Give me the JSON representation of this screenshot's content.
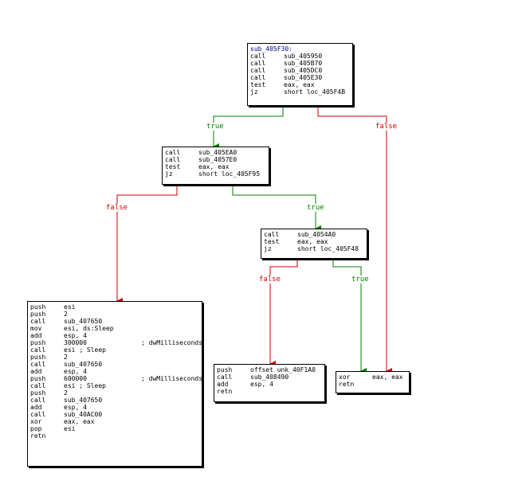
{
  "colors": {
    "true_edge": "#008000",
    "false_edge": "#cc0000",
    "label": "#000080"
  },
  "edge_labels": {
    "true": "true",
    "false": "false"
  },
  "nodes": {
    "n1": {
      "label": "sub_405F30:",
      "lines": [
        {
          "m": "call",
          "o": "sub_405950",
          "c": ""
        },
        {
          "m": "call",
          "o": "sub_405B70",
          "c": ""
        },
        {
          "m": "call",
          "o": "sub_405DC0",
          "c": ""
        },
        {
          "m": "call",
          "o": "sub_405E30",
          "c": ""
        },
        {
          "m": "test",
          "o": "eax, eax",
          "c": ""
        },
        {
          "m": "jz",
          "o": "short loc_405F4B",
          "c": ""
        }
      ]
    },
    "n2": {
      "label": "",
      "lines": [
        {
          "m": "call",
          "o": "sub_405EA0",
          "c": ""
        },
        {
          "m": "call",
          "o": "sub_4057E0",
          "c": ""
        },
        {
          "m": "test",
          "o": "eax, eax",
          "c": ""
        },
        {
          "m": "jz",
          "o": "short loc_405F95",
          "c": ""
        }
      ]
    },
    "n3": {
      "label": "",
      "lines": [
        {
          "m": "call",
          "o": "sub_4054A0",
          "c": ""
        },
        {
          "m": "test",
          "o": "eax, eax",
          "c": ""
        },
        {
          "m": "jz",
          "o": "short loc_405F48",
          "c": ""
        }
      ]
    },
    "n4": {
      "label": "",
      "lines": [
        {
          "m": "push",
          "o": "esi",
          "c": ""
        },
        {
          "m": "push",
          "o": "2",
          "c": ""
        },
        {
          "m": "call",
          "o": "sub_407650",
          "c": ""
        },
        {
          "m": "mov",
          "o": "esi, ds:Sleep",
          "c": ""
        },
        {
          "m": "add",
          "o": "esp, 4",
          "c": ""
        },
        {
          "m": "push",
          "o": "300000",
          "c": "; dwMilliseconds"
        },
        {
          "m": "call",
          "o": "esi ; Sleep",
          "c": ""
        },
        {
          "m": "push",
          "o": "2",
          "c": ""
        },
        {
          "m": "call",
          "o": "sub_407650",
          "c": ""
        },
        {
          "m": "add",
          "o": "esp, 4",
          "c": ""
        },
        {
          "m": "push",
          "o": "600000",
          "c": "; dwMilliseconds"
        },
        {
          "m": "call",
          "o": "esi ; Sleep",
          "c": ""
        },
        {
          "m": "push",
          "o": "2",
          "c": ""
        },
        {
          "m": "call",
          "o": "sub_407650",
          "c": ""
        },
        {
          "m": "add",
          "o": "esp, 4",
          "c": ""
        },
        {
          "m": "call",
          "o": "sub_40AC00",
          "c": ""
        },
        {
          "m": "xor",
          "o": "eax, eax",
          "c": ""
        },
        {
          "m": "pop",
          "o": "esi",
          "c": ""
        },
        {
          "m": "retn",
          "o": "",
          "c": ""
        }
      ]
    },
    "n5": {
      "label": "",
      "lines": [
        {
          "m": "push",
          "o": "offset unk_40F1A0",
          "c": ""
        },
        {
          "m": "call",
          "o": "sub_408490",
          "c": ""
        },
        {
          "m": "add",
          "o": "esp, 4",
          "c": ""
        },
        {
          "m": "retn",
          "o": "",
          "c": ""
        }
      ]
    },
    "n6": {
      "label": "",
      "lines": [
        {
          "m": "xor",
          "o": "eax, eax",
          "c": ""
        },
        {
          "m": "retn",
          "o": "",
          "c": ""
        }
      ]
    }
  }
}
